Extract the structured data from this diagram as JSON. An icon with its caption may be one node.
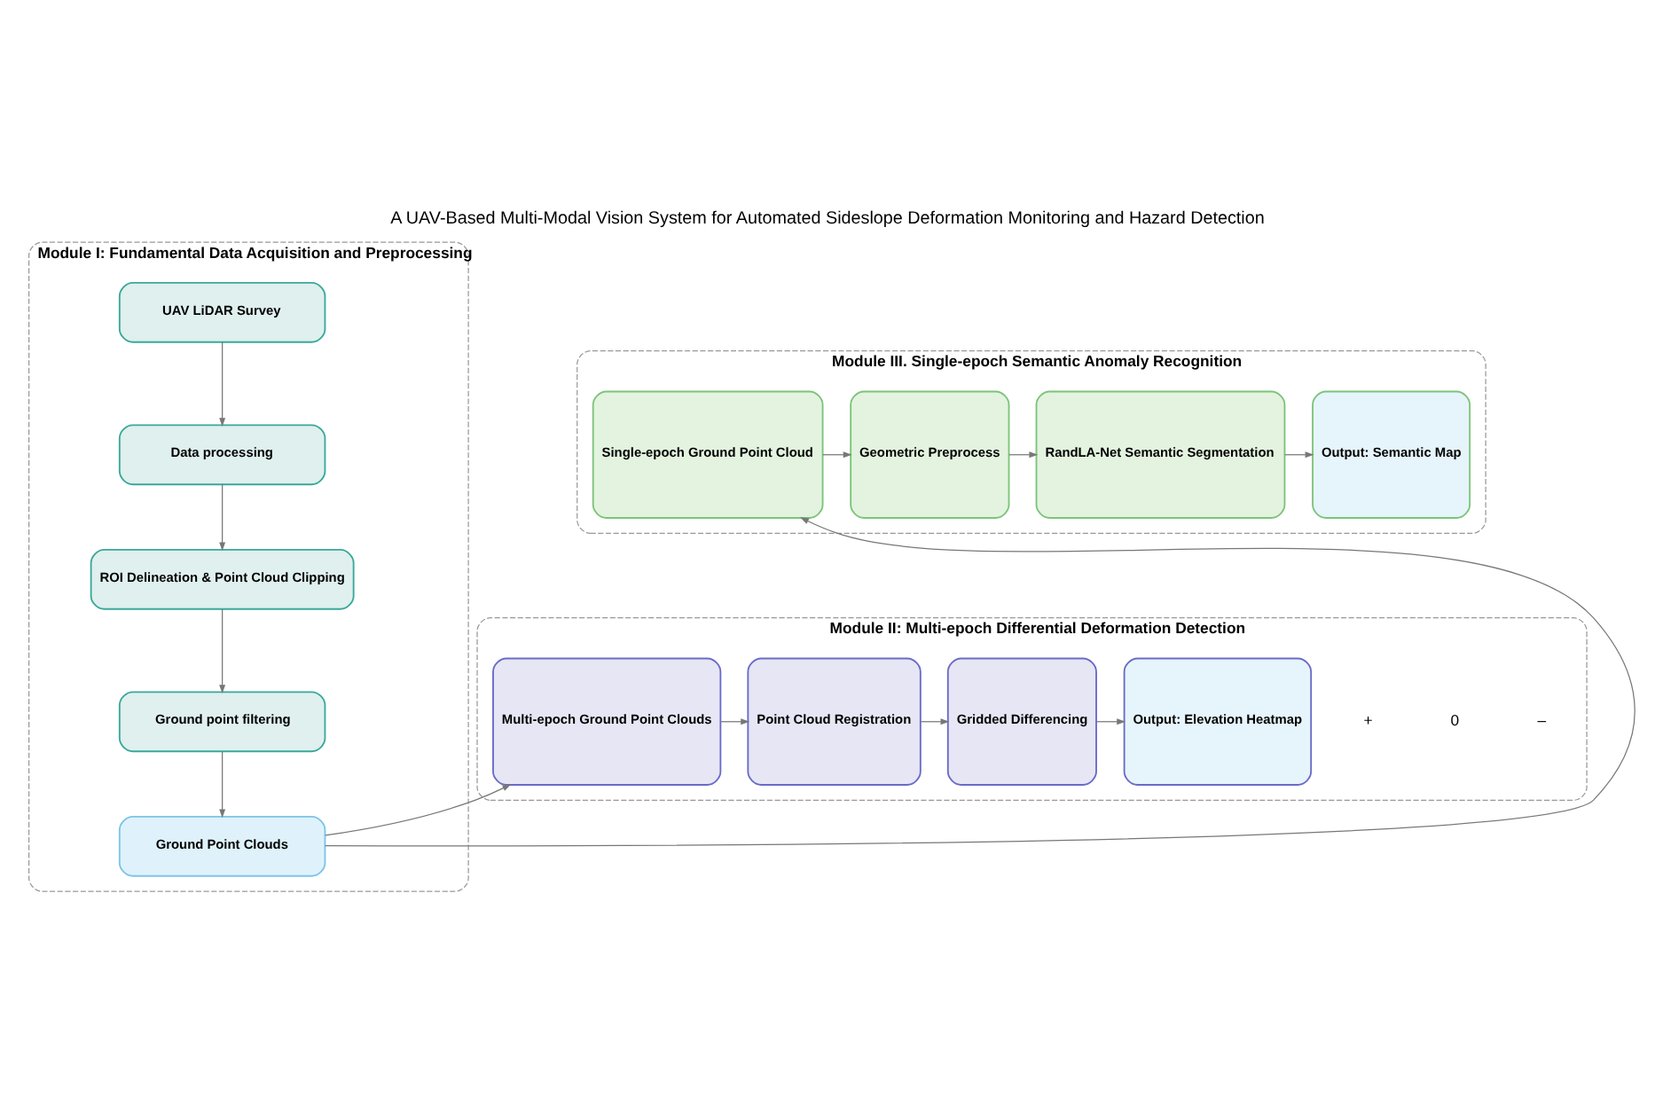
{
  "diagram": {
    "title": "A UAV-Based Multi-Modal Vision System for Automated Sideslope Deformation Monitoring and Hazard Detection",
    "nodes": [
      {
        "text": [
          "Module I: Fundamental Data Acquisition and Preprocessing"
        ]
      },
      {
        "text": [
          "UAV LiDAR Survey"
        ],
        "in": 0
      },
      {
        "text": [
          "Data processing"
        ],
        "in": 0
      },
      {
        "text": [
          "ROI Delineation & Point Cloud Clipping"
        ],
        "in": 0
      },
      {
        "text": [
          "Ground point filtering"
        ],
        "in": 0
      },
      {
        "text": [
          "Ground Point Clouds"
        ],
        "in": 0
      },
      {
        "text": [
          "Module III. Single-epoch Semantic Anomaly Recognition"
        ]
      },
      {
        "text": [
          "Single-epoch Ground Point Cloud"
        ],
        "in": 6
      },
      {
        "text": [
          "Geometric Preprocess"
        ],
        "in": 6
      },
      {
        "text": [
          "RandLA-Net Semantic Segmentation"
        ],
        "in": 6
      },
      {
        "text": [
          "Output: Semantic Map"
        ],
        "in": 6
      },
      {
        "text": [
          "Module II: Multi-epoch Differential Deformation Detection"
        ]
      },
      {
        "text": [
          "Multi-epoch Ground Point Clouds"
        ],
        "in": 11
      },
      {
        "text": [
          "Point Cloud Registration"
        ],
        "in": 11
      },
      {
        "text": [
          "Gridded Differencing"
        ],
        "in": 11
      },
      {
        "text": [
          "Output: Elevation Heatmap"
        ],
        "in": 11
      }
    ],
    "edges": [
      {
        "from": 1,
        "to": 2,
        "arrow": "to"
      },
      {
        "from": 2,
        "to": 3,
        "arrow": "to"
      },
      {
        "from": 3,
        "to": 4,
        "arrow": "to"
      },
      {
        "from": 4,
        "to": 5,
        "arrow": "to"
      },
      {
        "from": 5,
        "to": 7,
        "arrow": "to"
      },
      {
        "from": 5,
        "to": 12,
        "arrow": "to"
      },
      {
        "from": 7,
        "to": 8,
        "arrow": "to"
      },
      {
        "from": 8,
        "to": 9,
        "arrow": "to"
      },
      {
        "from": 9,
        "to": 10,
        "arrow": "to"
      },
      {
        "from": 12,
        "to": 13,
        "arrow": "to"
      },
      {
        "from": 13,
        "to": 14,
        "arrow": "to"
      },
      {
        "from": 14,
        "to": 15,
        "arrow": "to"
      }
    ],
    "labels": [
      "+",
      "0",
      "–"
    ]
  }
}
